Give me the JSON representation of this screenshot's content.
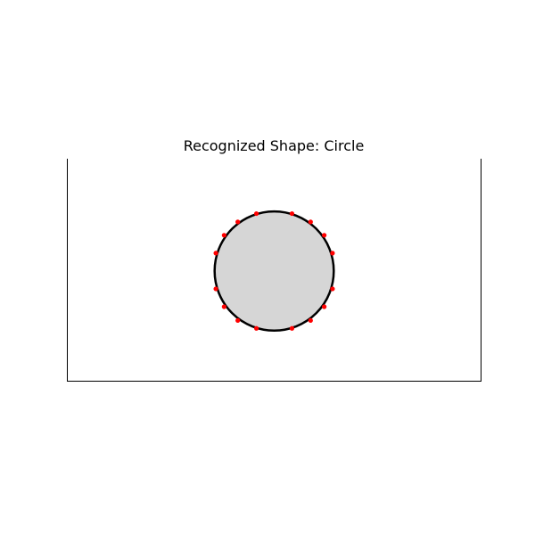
{
  "chart_data": {
    "type": "scatter",
    "title": "Recognized Shape: Circle",
    "xlabel": "",
    "ylabel": "",
    "xlim": [
      0,
      10
    ],
    "ylim": [
      0,
      5.35
    ],
    "grid": false,
    "axes_visible": false,
    "shape": {
      "kind": "circle",
      "center": [
        5,
        2.65
      ],
      "radius": 1.44,
      "fill_color": "#d6d6d6",
      "edge_color": "#000000"
    },
    "points": {
      "color": "#ff0000",
      "x": [
        5.43,
        5.88,
        6.21,
        6.41,
        6.41,
        6.21,
        5.88,
        5.43,
        4.57,
        4.12,
        3.79,
        3.59,
        3.59,
        3.79,
        4.12,
        4.57
      ],
      "y": [
        4.03,
        3.83,
        3.51,
        3.08,
        2.22,
        1.79,
        1.46,
        1.27,
        1.27,
        1.46,
        1.79,
        2.22,
        3.08,
        3.51,
        3.83,
        4.03
      ]
    }
  }
}
